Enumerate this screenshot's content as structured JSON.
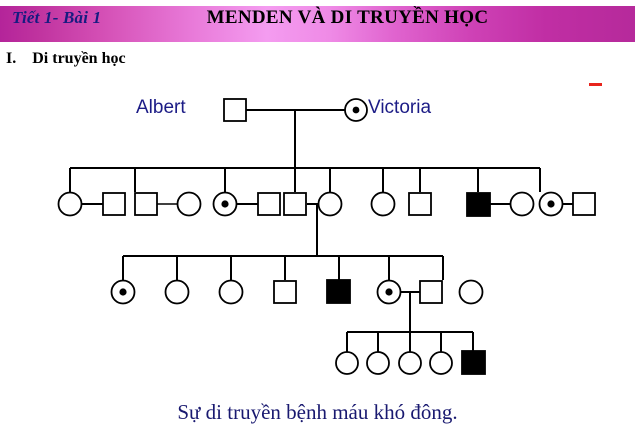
{
  "header": {
    "lesson_label": "Tiết 1- Bài 1",
    "title": "MENDEN VÀ DI TRUYỀN HỌC",
    "gradient_start": "#b4249a",
    "gradient_mid": "#f49cf0",
    "gradient_end": "#b62a9b"
  },
  "section": {
    "numeral": "I.",
    "label": "Di truyền học"
  },
  "annotation": {
    "red_mark_color": "#e8241c"
  },
  "pedigree": {
    "founder_male_label": "Albert",
    "founder_female_label": "Victoria",
    "label_color": "#1c1c86",
    "line_color": "#000000",
    "affected_fill": "#000000",
    "unaffected_fill": "#ffffff",
    "generations": [
      {
        "id": "I",
        "members": [
          {
            "name": "Albert",
            "shape": "square",
            "status": "unaffected"
          },
          {
            "name": "Victoria",
            "shape": "circle",
            "status": "carrier"
          }
        ]
      },
      {
        "id": "II",
        "members": [
          {
            "shape": "circle",
            "status": "unaffected"
          },
          {
            "shape": "square",
            "status": "unaffected"
          },
          {
            "shape": "square",
            "status": "unaffected"
          },
          {
            "shape": "circle",
            "status": "unaffected"
          },
          {
            "shape": "circle",
            "status": "carrier"
          },
          {
            "shape": "square",
            "status": "unaffected"
          },
          {
            "shape": "square",
            "status": "unaffected"
          },
          {
            "shape": "circle",
            "status": "unaffected"
          },
          {
            "shape": "circle",
            "status": "unaffected"
          },
          {
            "shape": "square",
            "status": "unaffected"
          },
          {
            "shape": "square",
            "status": "affected"
          },
          {
            "shape": "circle",
            "status": "unaffected"
          },
          {
            "shape": "circle",
            "status": "carrier"
          },
          {
            "shape": "square",
            "status": "unaffected"
          }
        ]
      },
      {
        "id": "III",
        "members": [
          {
            "shape": "circle",
            "status": "carrier"
          },
          {
            "shape": "circle",
            "status": "unaffected"
          },
          {
            "shape": "circle",
            "status": "unaffected"
          },
          {
            "shape": "square",
            "status": "unaffected"
          },
          {
            "shape": "square",
            "status": "affected"
          },
          {
            "shape": "circle",
            "status": "carrier"
          },
          {
            "shape": "square",
            "status": "unaffected"
          },
          {
            "shape": "circle",
            "status": "unaffected"
          }
        ]
      },
      {
        "id": "IV",
        "members": [
          {
            "shape": "circle",
            "status": "unaffected"
          },
          {
            "shape": "circle",
            "status": "unaffected"
          },
          {
            "shape": "circle",
            "status": "unaffected"
          },
          {
            "shape": "circle",
            "status": "unaffected"
          },
          {
            "shape": "square",
            "status": "affected"
          }
        ]
      }
    ]
  },
  "caption": "Sự di truyền bệnh máu khó đông."
}
